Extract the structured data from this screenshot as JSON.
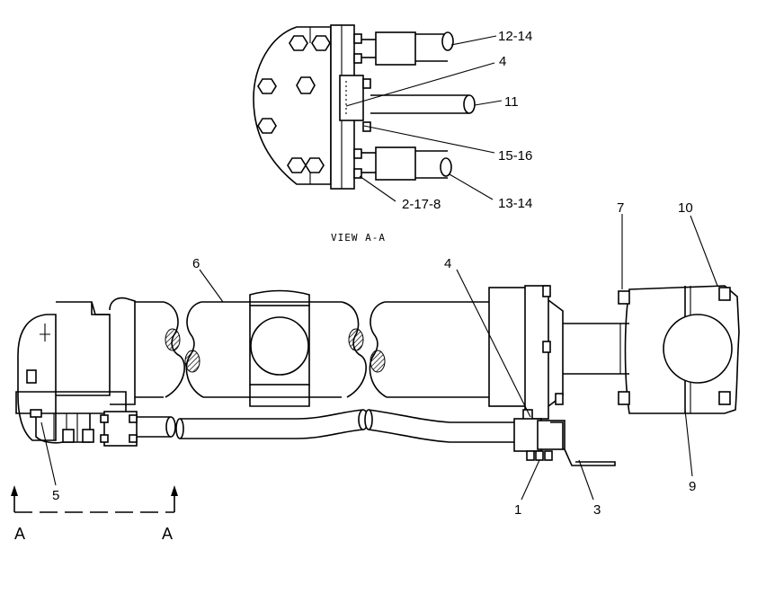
{
  "view_title": "VIEW A-A",
  "section_letter": "A",
  "callouts": {
    "c12_14": "12-14",
    "c4_top": "4",
    "c11": "11",
    "c15_16": "15-16",
    "c2_17_8": "2-17-8",
    "c13_14": "13-14",
    "c6": "6",
    "c4_main": "4",
    "c7": "7",
    "c10": "10",
    "c5": "5",
    "c1": "1",
    "c3": "3",
    "c9": "9"
  }
}
